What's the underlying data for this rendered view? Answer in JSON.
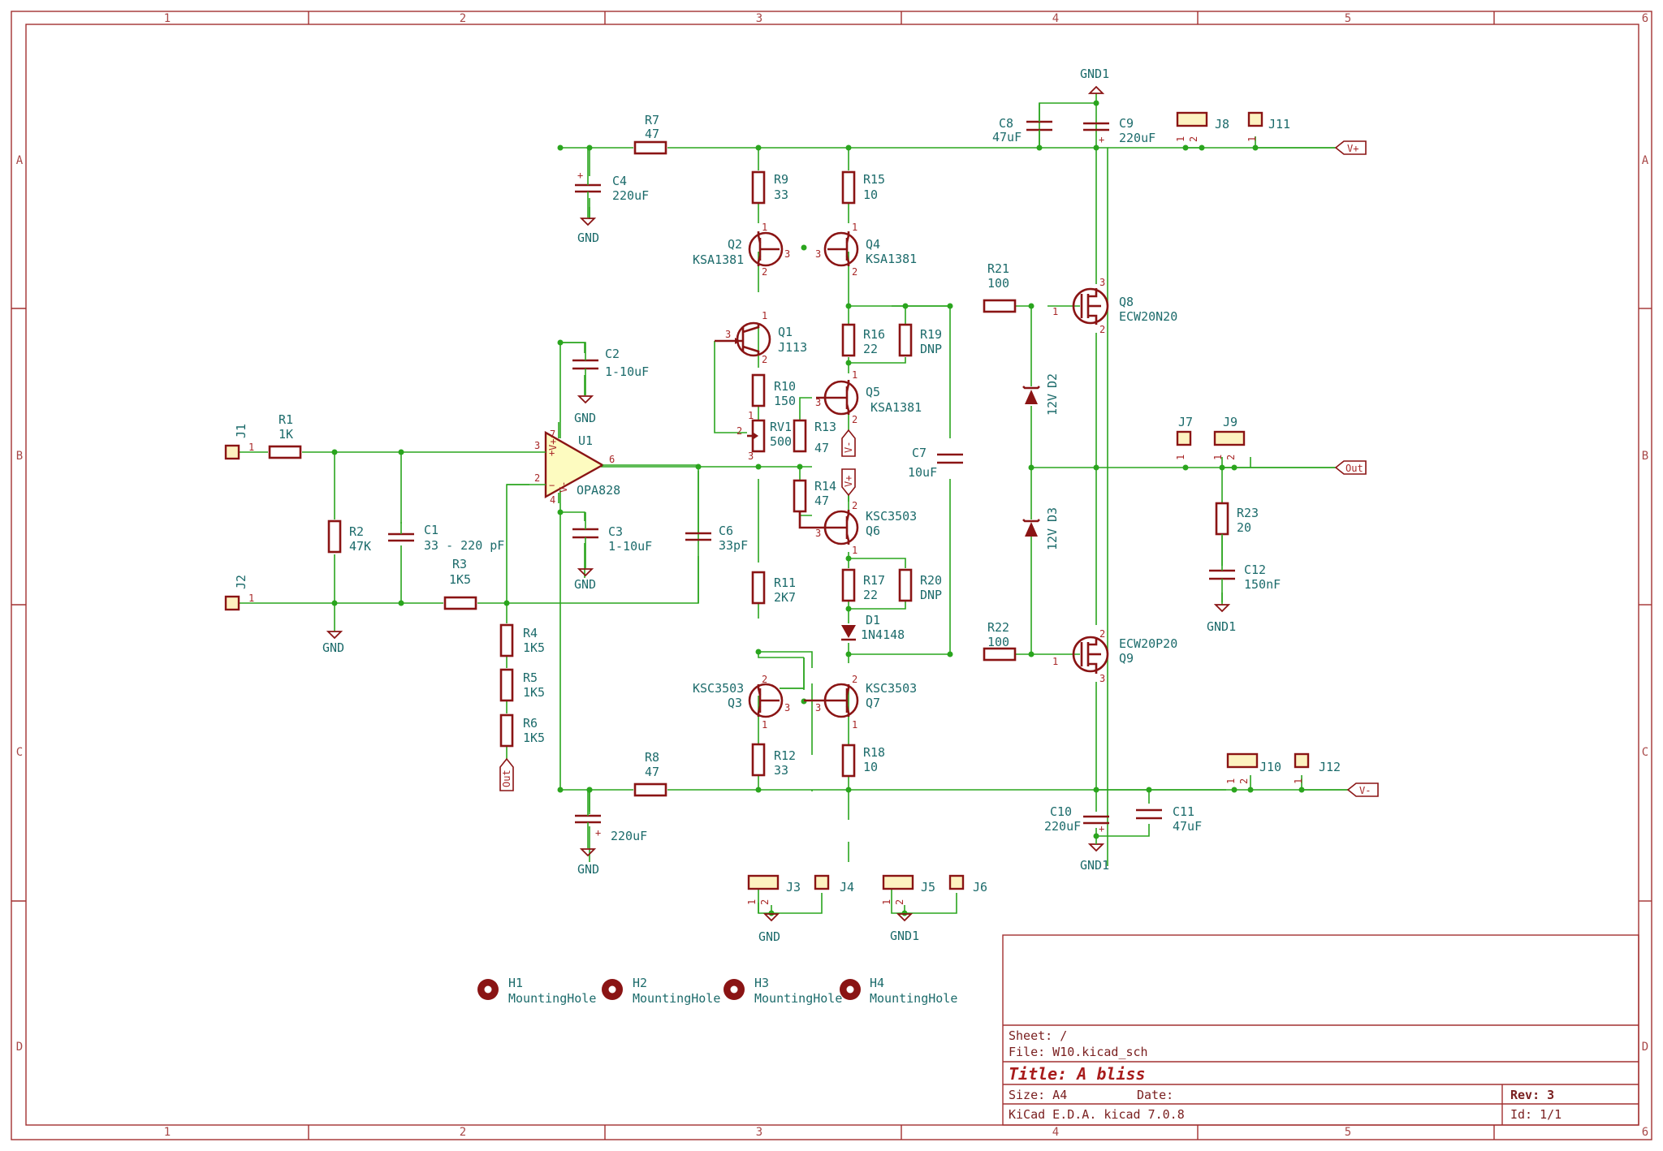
{
  "sheet": {
    "col_numbers": [
      "1",
      "2",
      "3",
      "4",
      "5",
      "6"
    ],
    "row_letters": [
      "A",
      "B",
      "C",
      "D"
    ],
    "title_block": {
      "sheet": "Sheet: /",
      "file": "File: W10.kicad_sch",
      "title": "Title: A bliss",
      "size": "Size: A4",
      "date": "Date:",
      "rev": "Rev: 3",
      "tool": "KiCad E.D.A.  kicad 7.0.8",
      "id": "Id: 1/1"
    }
  },
  "components": {
    "R1": {
      "ref": "R1",
      "value": "1K"
    },
    "R2": {
      "ref": "R2",
      "value": "47K"
    },
    "R3": {
      "ref": "R3",
      "value": "1K5"
    },
    "R4": {
      "ref": "R4",
      "value": "1K5"
    },
    "R5": {
      "ref": "R5",
      "value": "1K5"
    },
    "R6": {
      "ref": "R6",
      "value": "1K5"
    },
    "R7": {
      "ref": "R7",
      "value": "47"
    },
    "R8": {
      "ref": "R8",
      "value": "47"
    },
    "R9": {
      "ref": "R9",
      "value": "33"
    },
    "R10": {
      "ref": "R10",
      "value": "150"
    },
    "R11": {
      "ref": "R11",
      "value": "2K7"
    },
    "R12": {
      "ref": "R12",
      "value": "33"
    },
    "R13": {
      "ref": "R13",
      "value": "47"
    },
    "R14": {
      "ref": "R14",
      "value": "47"
    },
    "R15": {
      "ref": "R15",
      "value": "10"
    },
    "R16": {
      "ref": "R16",
      "value": "22"
    },
    "R17": {
      "ref": "R17",
      "value": "22"
    },
    "R18": {
      "ref": "R18",
      "value": "10"
    },
    "R19": {
      "ref": "R19",
      "value": "DNP"
    },
    "R20": {
      "ref": "R20",
      "value": "DNP"
    },
    "R21": {
      "ref": "R21",
      "value": "100"
    },
    "R22": {
      "ref": "R22",
      "value": "100"
    },
    "R23": {
      "ref": "R23",
      "value": "20"
    },
    "RV1": {
      "ref": "RV1",
      "value": "500"
    },
    "C1": {
      "ref": "C1",
      "value": "33 - 220 pF"
    },
    "C2": {
      "ref": "C2",
      "value": "1-10uF"
    },
    "C3": {
      "ref": "C3",
      "value": "1-10uF"
    },
    "C4": {
      "ref": "C4",
      "value": "220uF"
    },
    "C5": {
      "value": "220uF"
    },
    "C6": {
      "ref": "C6",
      "value": "33pF"
    },
    "C7": {
      "ref": "C7",
      "value": "10uF"
    },
    "C8": {
      "ref": "C8",
      "value": "47uF"
    },
    "C9": {
      "ref": "C9",
      "value": "220uF"
    },
    "C10": {
      "ref": "C10",
      "value": "220uF"
    },
    "C11": {
      "ref": "C11",
      "value": "47uF"
    },
    "C12": {
      "ref": "C12",
      "value": "150nF"
    },
    "U1": {
      "ref": "U1",
      "value": "OPA828"
    },
    "Q1": {
      "ref": "Q1",
      "value": "J113"
    },
    "Q2": {
      "ref": "Q2",
      "value": "KSA1381"
    },
    "Q3": {
      "ref": "Q3",
      "value": "KSC3503"
    },
    "Q4": {
      "ref": "Q4",
      "value": "KSA1381"
    },
    "Q5": {
      "ref": "Q5",
      "value": "KSA1381"
    },
    "Q6": {
      "ref": "Q6",
      "value": "KSC3503"
    },
    "Q7": {
      "ref": "Q7",
      "value": "KSC3503"
    },
    "Q8": {
      "ref": "Q8",
      "value": "ECW20N20"
    },
    "Q9": {
      "ref": "Q9",
      "value": "ECW20P20"
    },
    "D1": {
      "ref": "D1",
      "value": "1N4148"
    },
    "D2": {
      "ref": "D2",
      "value": "12V"
    },
    "D3": {
      "ref": "D3",
      "value": "12V"
    },
    "J1": {
      "ref": "J1"
    },
    "J2": {
      "ref": "J2"
    },
    "J3": {
      "ref": "J3"
    },
    "J4": {
      "ref": "J4"
    },
    "J5": {
      "ref": "J5"
    },
    "J6": {
      "ref": "J6"
    },
    "J7": {
      "ref": "J7"
    },
    "J8": {
      "ref": "J8"
    },
    "J9": {
      "ref": "J9"
    },
    "J10": {
      "ref": "J10"
    },
    "J11": {
      "ref": "J11"
    },
    "J12": {
      "ref": "J12"
    },
    "H1": {
      "ref": "H1",
      "value": "MountingHole"
    },
    "H2": {
      "ref": "H2",
      "value": "MountingHole"
    },
    "H3": {
      "ref": "H3",
      "value": "MountingHole"
    },
    "H4": {
      "ref": "H4",
      "value": "MountingHole"
    }
  },
  "nets": {
    "gnd": "GND",
    "gnd1": "GND1",
    "vplus": "V+",
    "vminus": "V-",
    "out": "Out"
  },
  "pins": {
    "one": "1",
    "two": "2",
    "three": "3",
    "four": "4",
    "six": "6",
    "seven": "7"
  }
}
